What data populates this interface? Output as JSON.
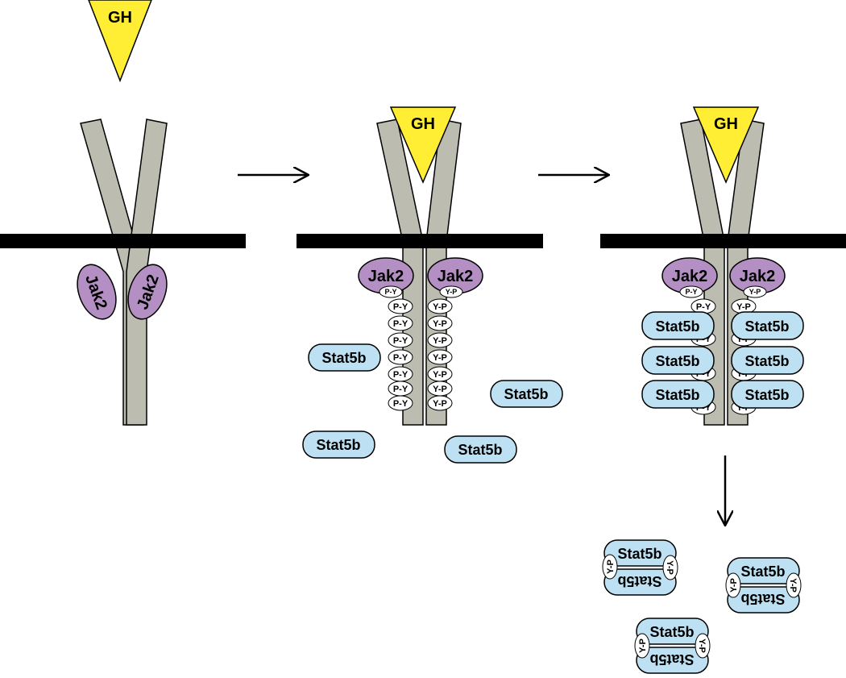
{
  "labels": {
    "ligand": "GH",
    "kinase": "Jak2",
    "stat": "Stat5b",
    "phospho_left": "P-Y",
    "phospho_right": "Y-P"
  },
  "colors": {
    "ligand_fill": "#ffee33",
    "receptor_fill": "#bcbcb0",
    "membrane": "#000000",
    "jak_fill": "#b48fc4",
    "stat_fill": "#bde1f3",
    "phospho_fill": "#ffffff",
    "outline": "#000000"
  }
}
